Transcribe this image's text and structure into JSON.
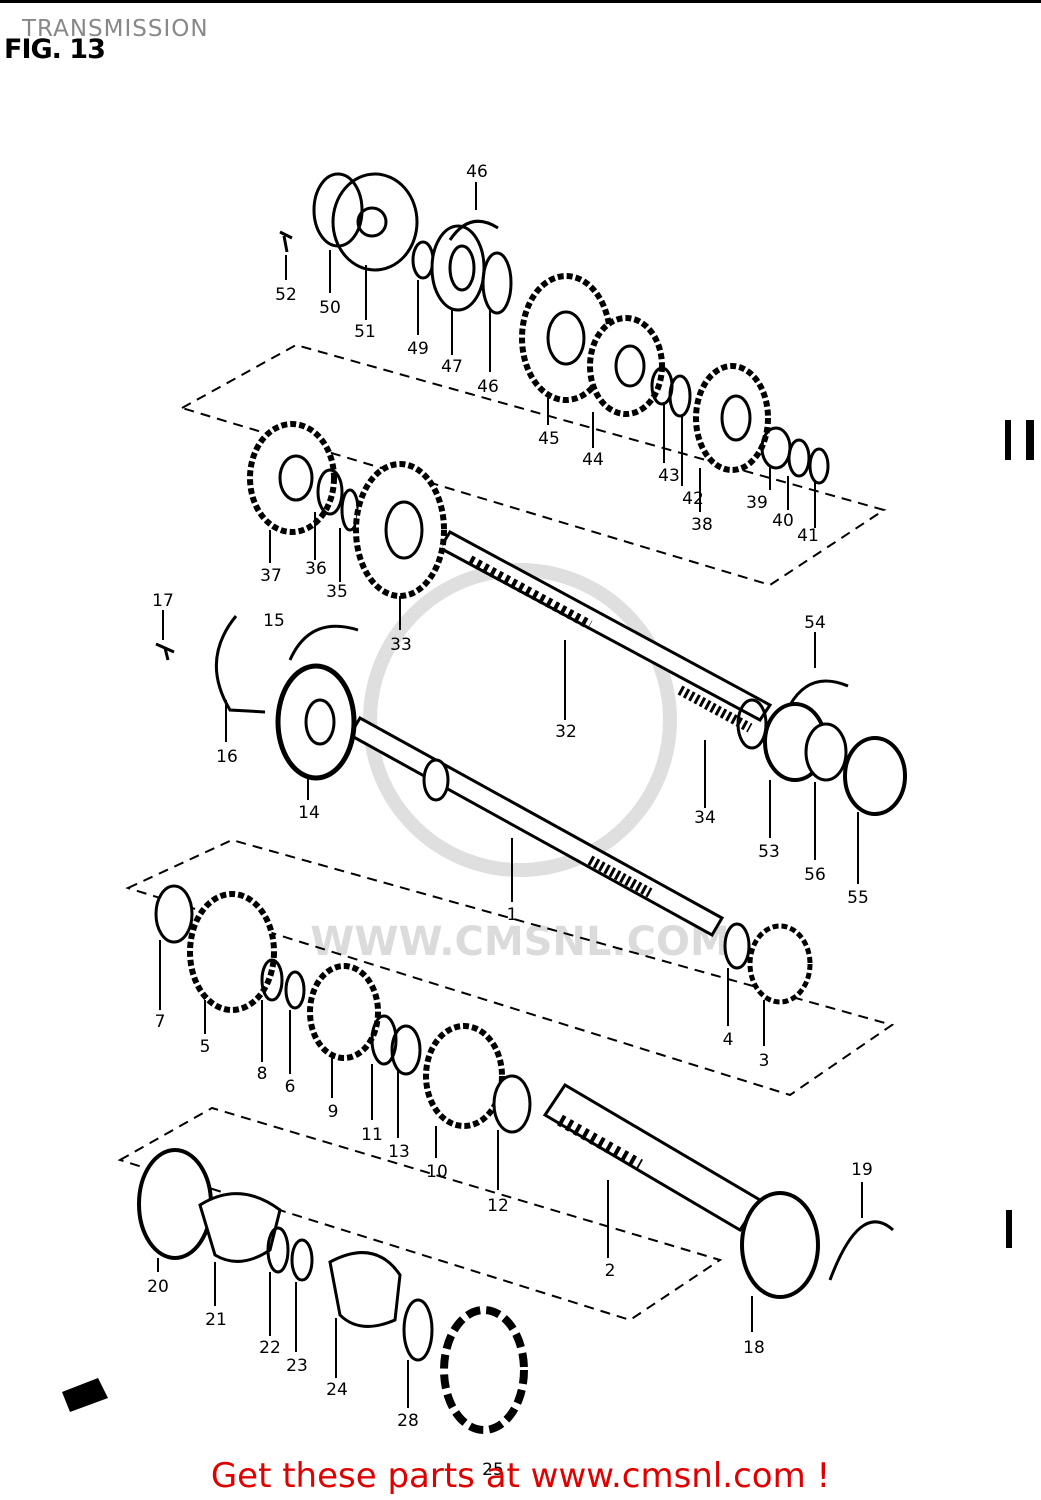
{
  "page": {
    "title": "TRANSMISSION",
    "figure": "FIG. 13"
  },
  "watermark": {
    "text": "WWW.CMSNL.COM"
  },
  "footer": {
    "text": "Get these parts at www.cmsnl.com !"
  },
  "parts": [
    {
      "id": "1",
      "label": "1"
    },
    {
      "id": "2",
      "label": "2"
    },
    {
      "id": "3",
      "label": "3"
    },
    {
      "id": "4",
      "label": "4"
    },
    {
      "id": "5",
      "label": "5"
    },
    {
      "id": "6",
      "label": "6"
    },
    {
      "id": "7",
      "label": "7"
    },
    {
      "id": "8",
      "label": "8"
    },
    {
      "id": "9",
      "label": "9"
    },
    {
      "id": "10",
      "label": "10"
    },
    {
      "id": "11",
      "label": "11"
    },
    {
      "id": "12",
      "label": "12"
    },
    {
      "id": "13",
      "label": "13"
    },
    {
      "id": "14",
      "label": "14"
    },
    {
      "id": "15",
      "label": "15"
    },
    {
      "id": "16",
      "label": "16"
    },
    {
      "id": "17",
      "label": "17"
    },
    {
      "id": "18",
      "label": "18"
    },
    {
      "id": "19",
      "label": "19"
    },
    {
      "id": "20",
      "label": "20"
    },
    {
      "id": "21",
      "label": "21"
    },
    {
      "id": "22",
      "label": "22"
    },
    {
      "id": "23",
      "label": "23"
    },
    {
      "id": "24",
      "label": "24"
    },
    {
      "id": "25",
      "label": "25"
    },
    {
      "id": "28",
      "label": "28"
    },
    {
      "id": "32",
      "label": "32"
    },
    {
      "id": "33",
      "label": "33"
    },
    {
      "id": "34",
      "label": "34"
    },
    {
      "id": "35",
      "label": "35"
    },
    {
      "id": "36",
      "label": "36"
    },
    {
      "id": "37",
      "label": "37"
    },
    {
      "id": "38",
      "label": "38"
    },
    {
      "id": "39",
      "label": "39"
    },
    {
      "id": "40",
      "label": "40"
    },
    {
      "id": "41",
      "label": "41"
    },
    {
      "id": "42",
      "label": "42"
    },
    {
      "id": "43",
      "label": "43"
    },
    {
      "id": "44",
      "label": "44"
    },
    {
      "id": "45",
      "label": "45"
    },
    {
      "id": "46a",
      "label": "46"
    },
    {
      "id": "46b",
      "label": "46"
    },
    {
      "id": "47",
      "label": "47"
    },
    {
      "id": "49",
      "label": "49"
    },
    {
      "id": "50",
      "label": "50"
    },
    {
      "id": "51",
      "label": "51"
    },
    {
      "id": "52",
      "label": "52"
    },
    {
      "id": "53",
      "label": "53"
    },
    {
      "id": "54",
      "label": "54"
    },
    {
      "id": "55",
      "label": "55"
    },
    {
      "id": "56",
      "label": "56"
    }
  ]
}
